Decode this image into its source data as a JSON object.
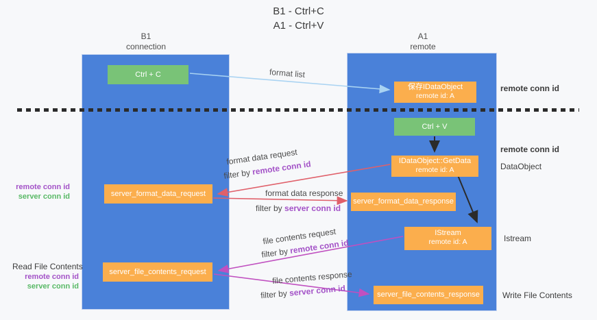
{
  "title": {
    "line1": "B1 - Ctrl+C",
    "line2": "A1 - Ctrl+V"
  },
  "columns": {
    "left": {
      "header_line1": "B1",
      "header_line2": "connection"
    },
    "right": {
      "header_line1": "A1",
      "header_line2": "remote"
    }
  },
  "nodes": {
    "ctrl_c": "Ctrl + C",
    "ctrl_v": "Ctrl + V",
    "save_dataobject": {
      "line1": "保存IDataObject",
      "line2": "remote id: A"
    },
    "getdata": {
      "line1": "IDataObject::GetData",
      "line2": "remote id: A"
    },
    "istream": {
      "line1": "IStream",
      "line2": "remote id: A"
    },
    "server_format_data_request": "server_format_data_request",
    "server_format_data_response": "server_format_data_response",
    "server_file_contents_request": "server_file_contents_request",
    "server_file_contents_response": "server_file_contents_response"
  },
  "arrow_labels": {
    "format_list": "format list",
    "format_data_request": "format data request",
    "format_data_response": "format data response",
    "file_contents_request": "file contents request",
    "file_contents_response": "file contents response",
    "filter_by": "filter by",
    "remote_conn_id": "remote conn id",
    "server_conn_id": "server conn id"
  },
  "side_labels": {
    "remote_conn_id": "remote conn id",
    "server_conn_id": "server conn id",
    "dataobject": "DataObject",
    "istream": "Istream",
    "read_file_contents": "Read File Contents",
    "write_file_contents": "Write File Contents"
  },
  "colors": {
    "background": "#f7f8fa",
    "lifeline_blue": "#4a81d9",
    "node_green": "#79c377",
    "node_orange": "#fbae4d",
    "arrow_light_blue": "#a9d3f2",
    "arrow_black": "#2b2b2b",
    "arrow_red": "#e0606a",
    "arrow_magenta": "#c050c0",
    "text_purple": "#a352c7",
    "text_green": "#59b966",
    "dashed_divider": "#2b2b2b"
  }
}
